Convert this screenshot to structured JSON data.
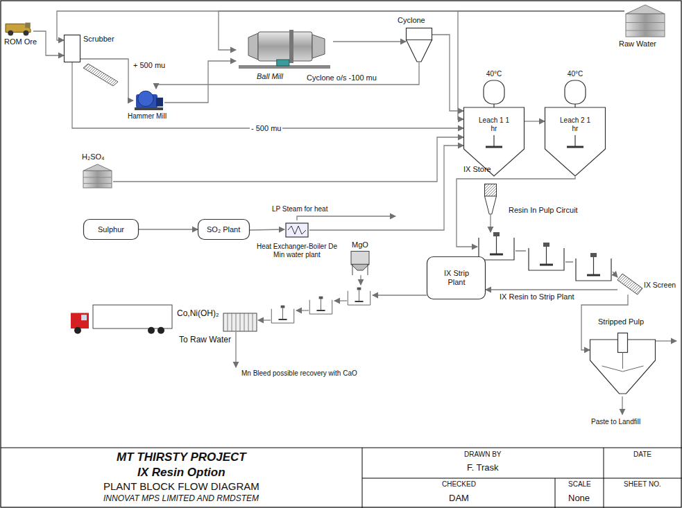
{
  "diagram": {
    "title": "MT THIRSTY PROJECT",
    "nodes": [
      {
        "text": [
          "ROM Ore"
        ]
      },
      {
        "text": [
          "Scrubber"
        ]
      },
      {
        "text": [
          "Raw Water"
        ]
      },
      {
        "text": [
          "Cyclone"
        ]
      },
      {
        "text": [
          "Ball Mill"
        ]
      },
      {
        "text": [
          "Hammer Mill"
        ]
      },
      {
        "text": [
          "40°C",
          "Leach 1 1 hr"
        ]
      },
      {
        "text": [
          "40°C",
          "Leach 2 1 hr"
        ]
      },
      {
        "text": [
          "H₂SO₄"
        ]
      },
      {
        "text": [
          "IX Store"
        ]
      },
      {
        "text": [
          "Sulphur"
        ]
      },
      {
        "text": [
          "SO₂ Plant"
        ]
      },
      {
        "text": [
          "Heat Exchanger-Boiler De Min water plant"
        ]
      },
      {
        "text": [
          "Resin In Pulp Circuit"
        ]
      },
      {
        "text": [
          "MgO"
        ]
      },
      {
        "text": [
          "IX Strip Plant"
        ]
      },
      {
        "text": [
          "IX Screen"
        ]
      },
      {
        "text": [
          "Co,Ni(OH)₂"
        ]
      },
      {
        "text": [
          "Stripped Pulp"
        ]
      }
    ],
    "edges": [
      {
        "from": 0,
        "to": 1,
        "arrow": "to"
      },
      {
        "from": 2,
        "to": 1,
        "arrow": "to"
      },
      {
        "from": 2,
        "to": 4,
        "arrow": "to"
      },
      {
        "from": 2,
        "to": 6,
        "arrow": "to"
      },
      {
        "from": 1,
        "to": 5,
        "label": "+ 500 mu",
        "arrow": "to"
      },
      {
        "from": 1,
        "to": 6,
        "label": "- 500 mu",
        "arrow": "to"
      },
      {
        "from": 5,
        "to": 4,
        "arrow": "to"
      },
      {
        "from": 4,
        "to": 3,
        "arrow": "to"
      },
      {
        "from": 3,
        "to": 5,
        "label": "Cyclone o/s -100 mu",
        "arrow": "to"
      },
      {
        "from": 3,
        "to": 6,
        "arrow": "to"
      },
      {
        "from": 8,
        "to": 6,
        "arrow": "to"
      },
      {
        "from": 10,
        "to": 11,
        "arrow": "to"
      },
      {
        "from": 11,
        "to": 12,
        "arrow": "to"
      },
      {
        "from": 12,
        "to": 6,
        "arrow": "to"
      },
      {
        "from": 6,
        "to": 7,
        "arrow": "to"
      },
      {
        "from": 7,
        "to": 13,
        "arrow": "to"
      },
      {
        "from": 9,
        "to": 13,
        "arrow": "to"
      },
      {
        "from": 16,
        "to": 15,
        "label": "IX Resin to Strip Plant",
        "arrow": "to"
      },
      {
        "from": 16,
        "to": 18,
        "arrow": "to"
      }
    ],
    "labels": [
      "LP Steam for heat",
      "To Raw Water",
      "Mn Bleed possible recovery with CaO",
      "Paste to Landfill",
      "IX Resin Option",
      "PLANT BLOCK FLOW DIAGRAM",
      "INNOVAT MPS LIMITED AND RMDSTEM",
      "DRAWN BY",
      "DATE",
      "F. Trask",
      "CHECKED",
      "SCALE",
      "SHEET NO.",
      "DAM",
      "None"
    ]
  }
}
